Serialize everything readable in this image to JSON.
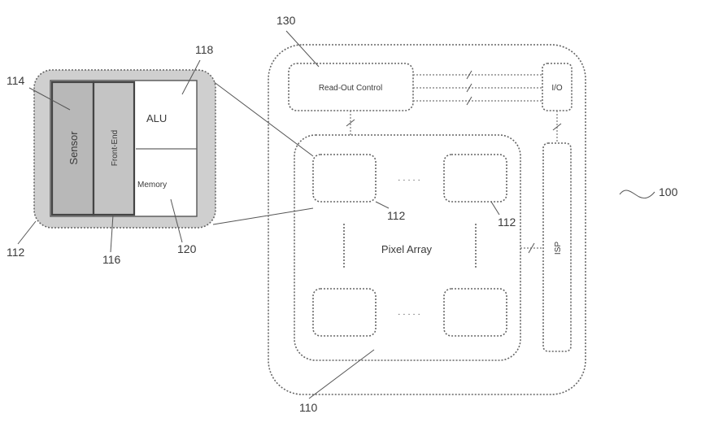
{
  "refs": {
    "r130": "130",
    "r118": "118",
    "r114": "114",
    "r112_a": "112",
    "r112_b": "112",
    "r112_c": "112",
    "r116": "116",
    "r120": "120",
    "r100": "100",
    "r110": "110"
  },
  "labels": {
    "readout": "Read-Out Control",
    "io": "I/O",
    "isp": "ISP",
    "pixel_array": "Pixel Array",
    "sensor": "Sensor",
    "front_end": "Front-End",
    "alu": "ALU",
    "memory": "Memory",
    "hdots_top": "· · · · ·",
    "hdots_bottom": "· · · · ·"
  },
  "colors": {
    "pixel_outer_fill": "#cfcfcf",
    "sensor_fill": "#b8b8b8",
    "frontend_fill": "#c4c4c4",
    "cell_fill": "#ffffff",
    "line": "#666666"
  }
}
